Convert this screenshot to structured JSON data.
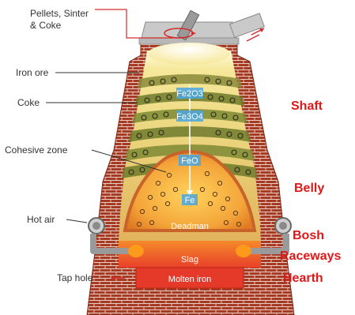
{
  "labels": {
    "feed": "Pellets, Sinter\n& Coke",
    "iron_ore": "Iron ore",
    "coke": "Coke",
    "cohesive_zone": "Cohesive zone",
    "hot_air": "Hot air",
    "tap_hole": "Tap hole"
  },
  "chemistry": [
    "Fe2O3",
    "Fe3O4",
    "FeO",
    "Fe"
  ],
  "inner_labels": {
    "deadman": "Deadman",
    "slag": "Slag",
    "molten_iron": "Molten iron"
  },
  "zones": {
    "shaft": "Shaft",
    "belly": "Belly",
    "bosh": "Bosh",
    "raceways": "Raceways",
    "hearth": "Hearth"
  },
  "colors": {
    "zone_label": "#e01818",
    "brick": "#a0341e",
    "gas_line": "#d42a2a"
  }
}
